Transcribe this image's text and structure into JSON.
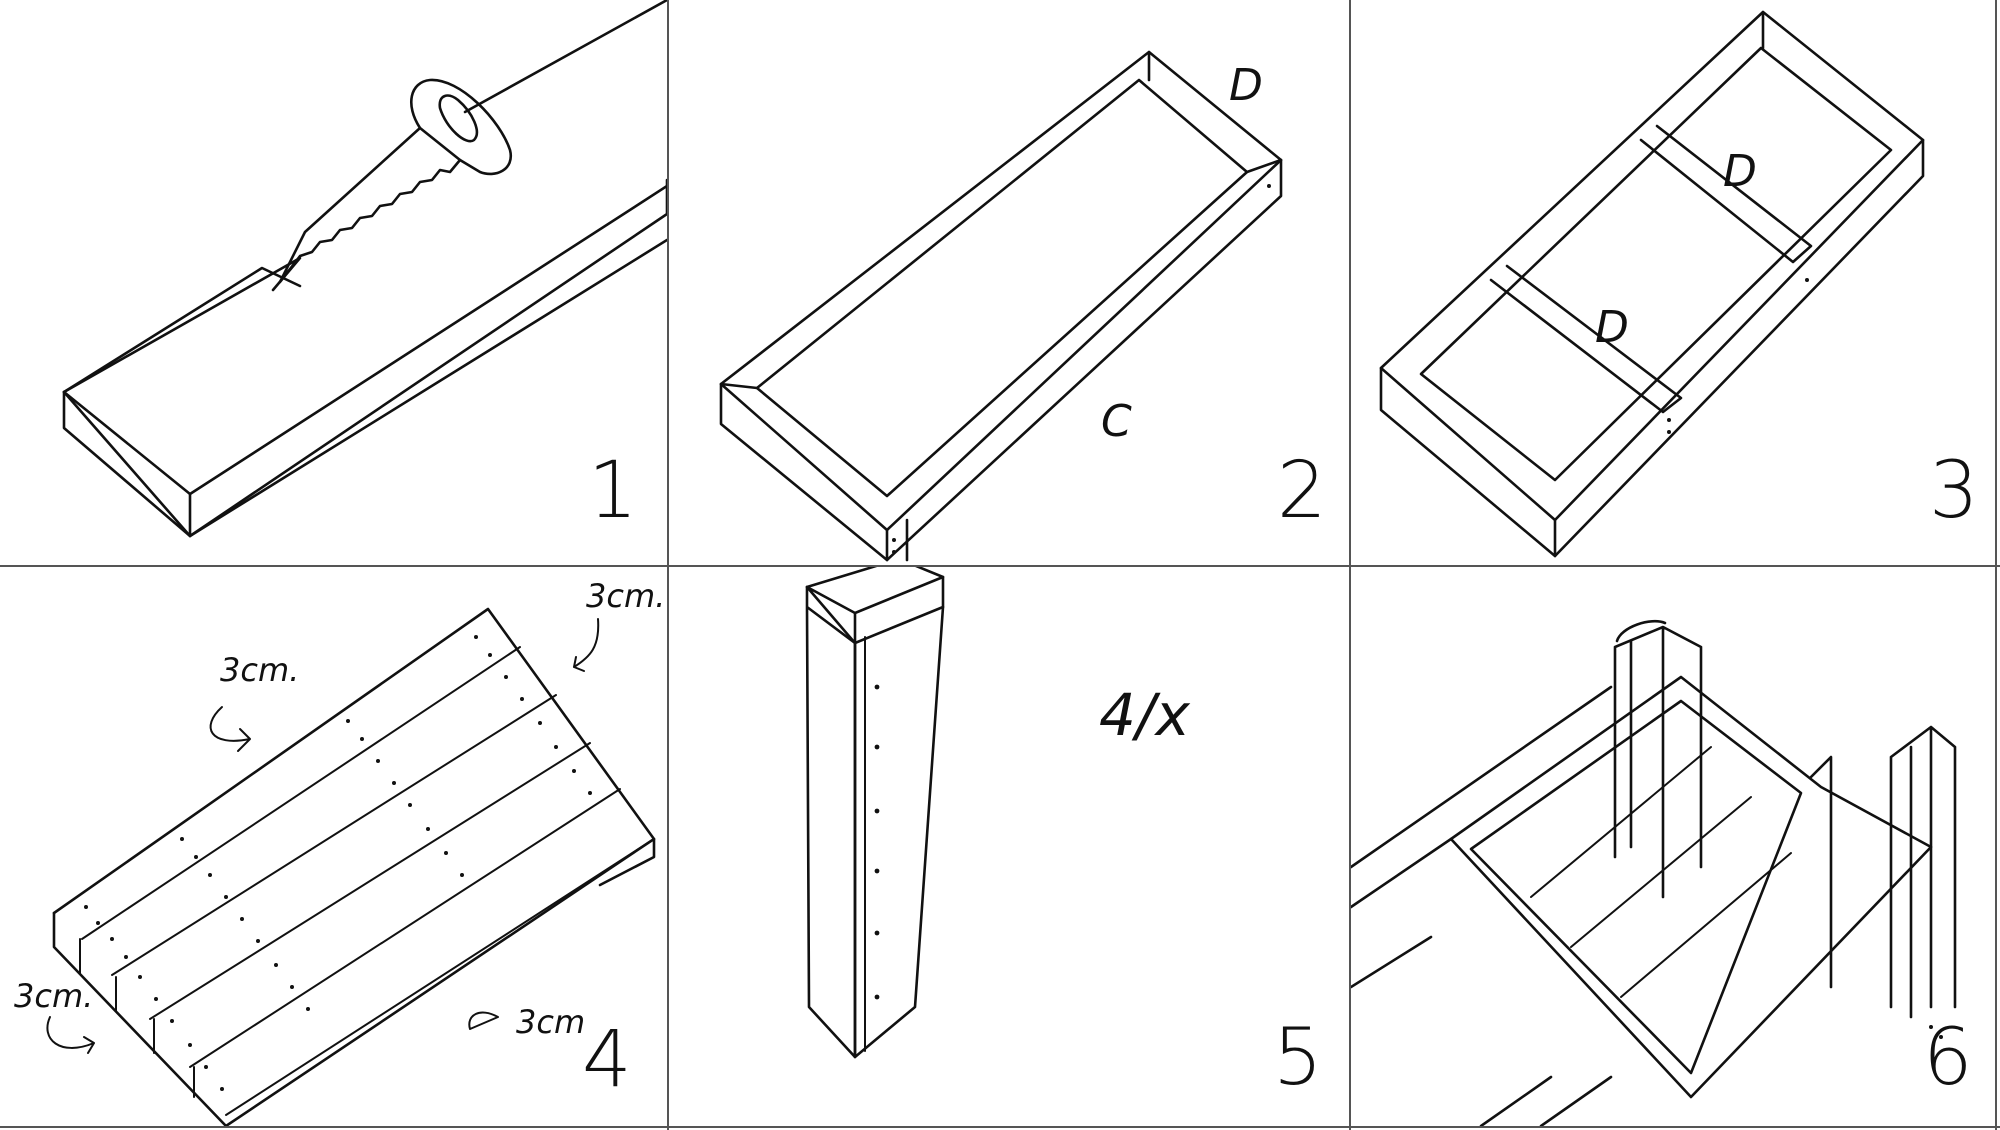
{
  "steps": [
    {
      "number": "1",
      "labels": []
    },
    {
      "number": "2",
      "labels": [
        "D",
        "C"
      ]
    },
    {
      "number": "3",
      "labels": [
        "D",
        "D"
      ]
    },
    {
      "number": "4",
      "labels": [
        "3cm.",
        "3cm.",
        "3cm.",
        "3cm"
      ]
    },
    {
      "number": "5",
      "labels": [
        "4/x"
      ]
    },
    {
      "number": "6",
      "labels": []
    }
  ],
  "icons": [
    "hand-saw-icon",
    "plank-icon",
    "frame-icon",
    "tabletop-icon",
    "corner-leg-icon",
    "assembled-table-icon"
  ]
}
